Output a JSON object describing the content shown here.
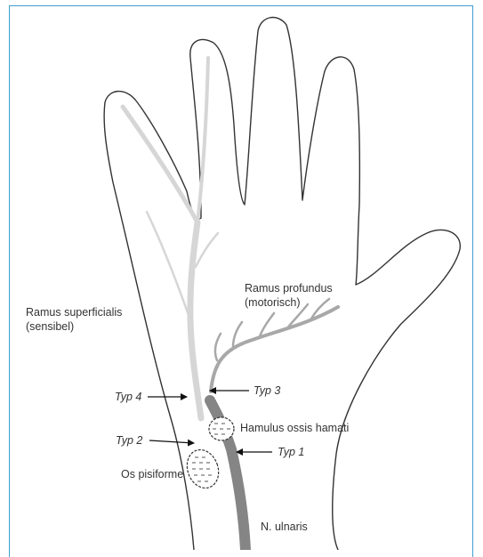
{
  "labels": {
    "ramus_superficialis": "Ramus superficialis",
    "sensibel": "(sensibel)",
    "ramus_profundus": "Ramus profundus",
    "motorisch": "(motorisch)",
    "typ4": "Typ 4",
    "typ3": "Typ 3",
    "typ2": "Typ 2",
    "typ1": "Typ 1",
    "hamulus": "Hamulus ossis hamati",
    "os_pisiforme": "Os pisiforme",
    "n_ulnaris": "N. ulnaris"
  },
  "colors": {
    "frame": "#3f9fce",
    "outline": "#333333",
    "superficial_nerve": "#d6d6d6",
    "deep_nerve": "#a8a8a8",
    "ulnar_nerve": "#858585",
    "text": "#333333"
  }
}
